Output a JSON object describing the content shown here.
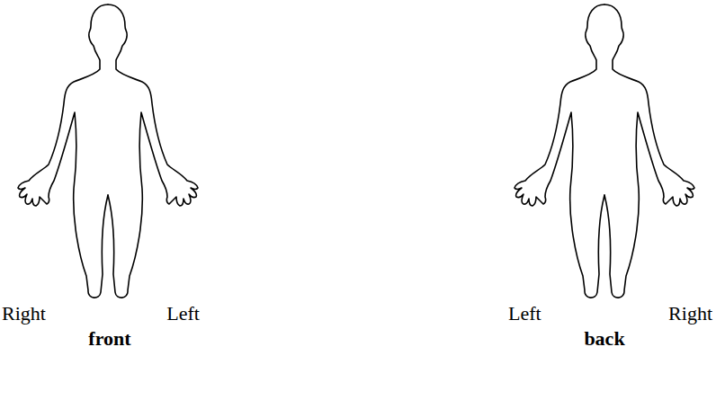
{
  "diagram": {
    "labels": [
      "Right",
      "Left",
      "front",
      "Left",
      "Right",
      "back"
    ]
  }
}
